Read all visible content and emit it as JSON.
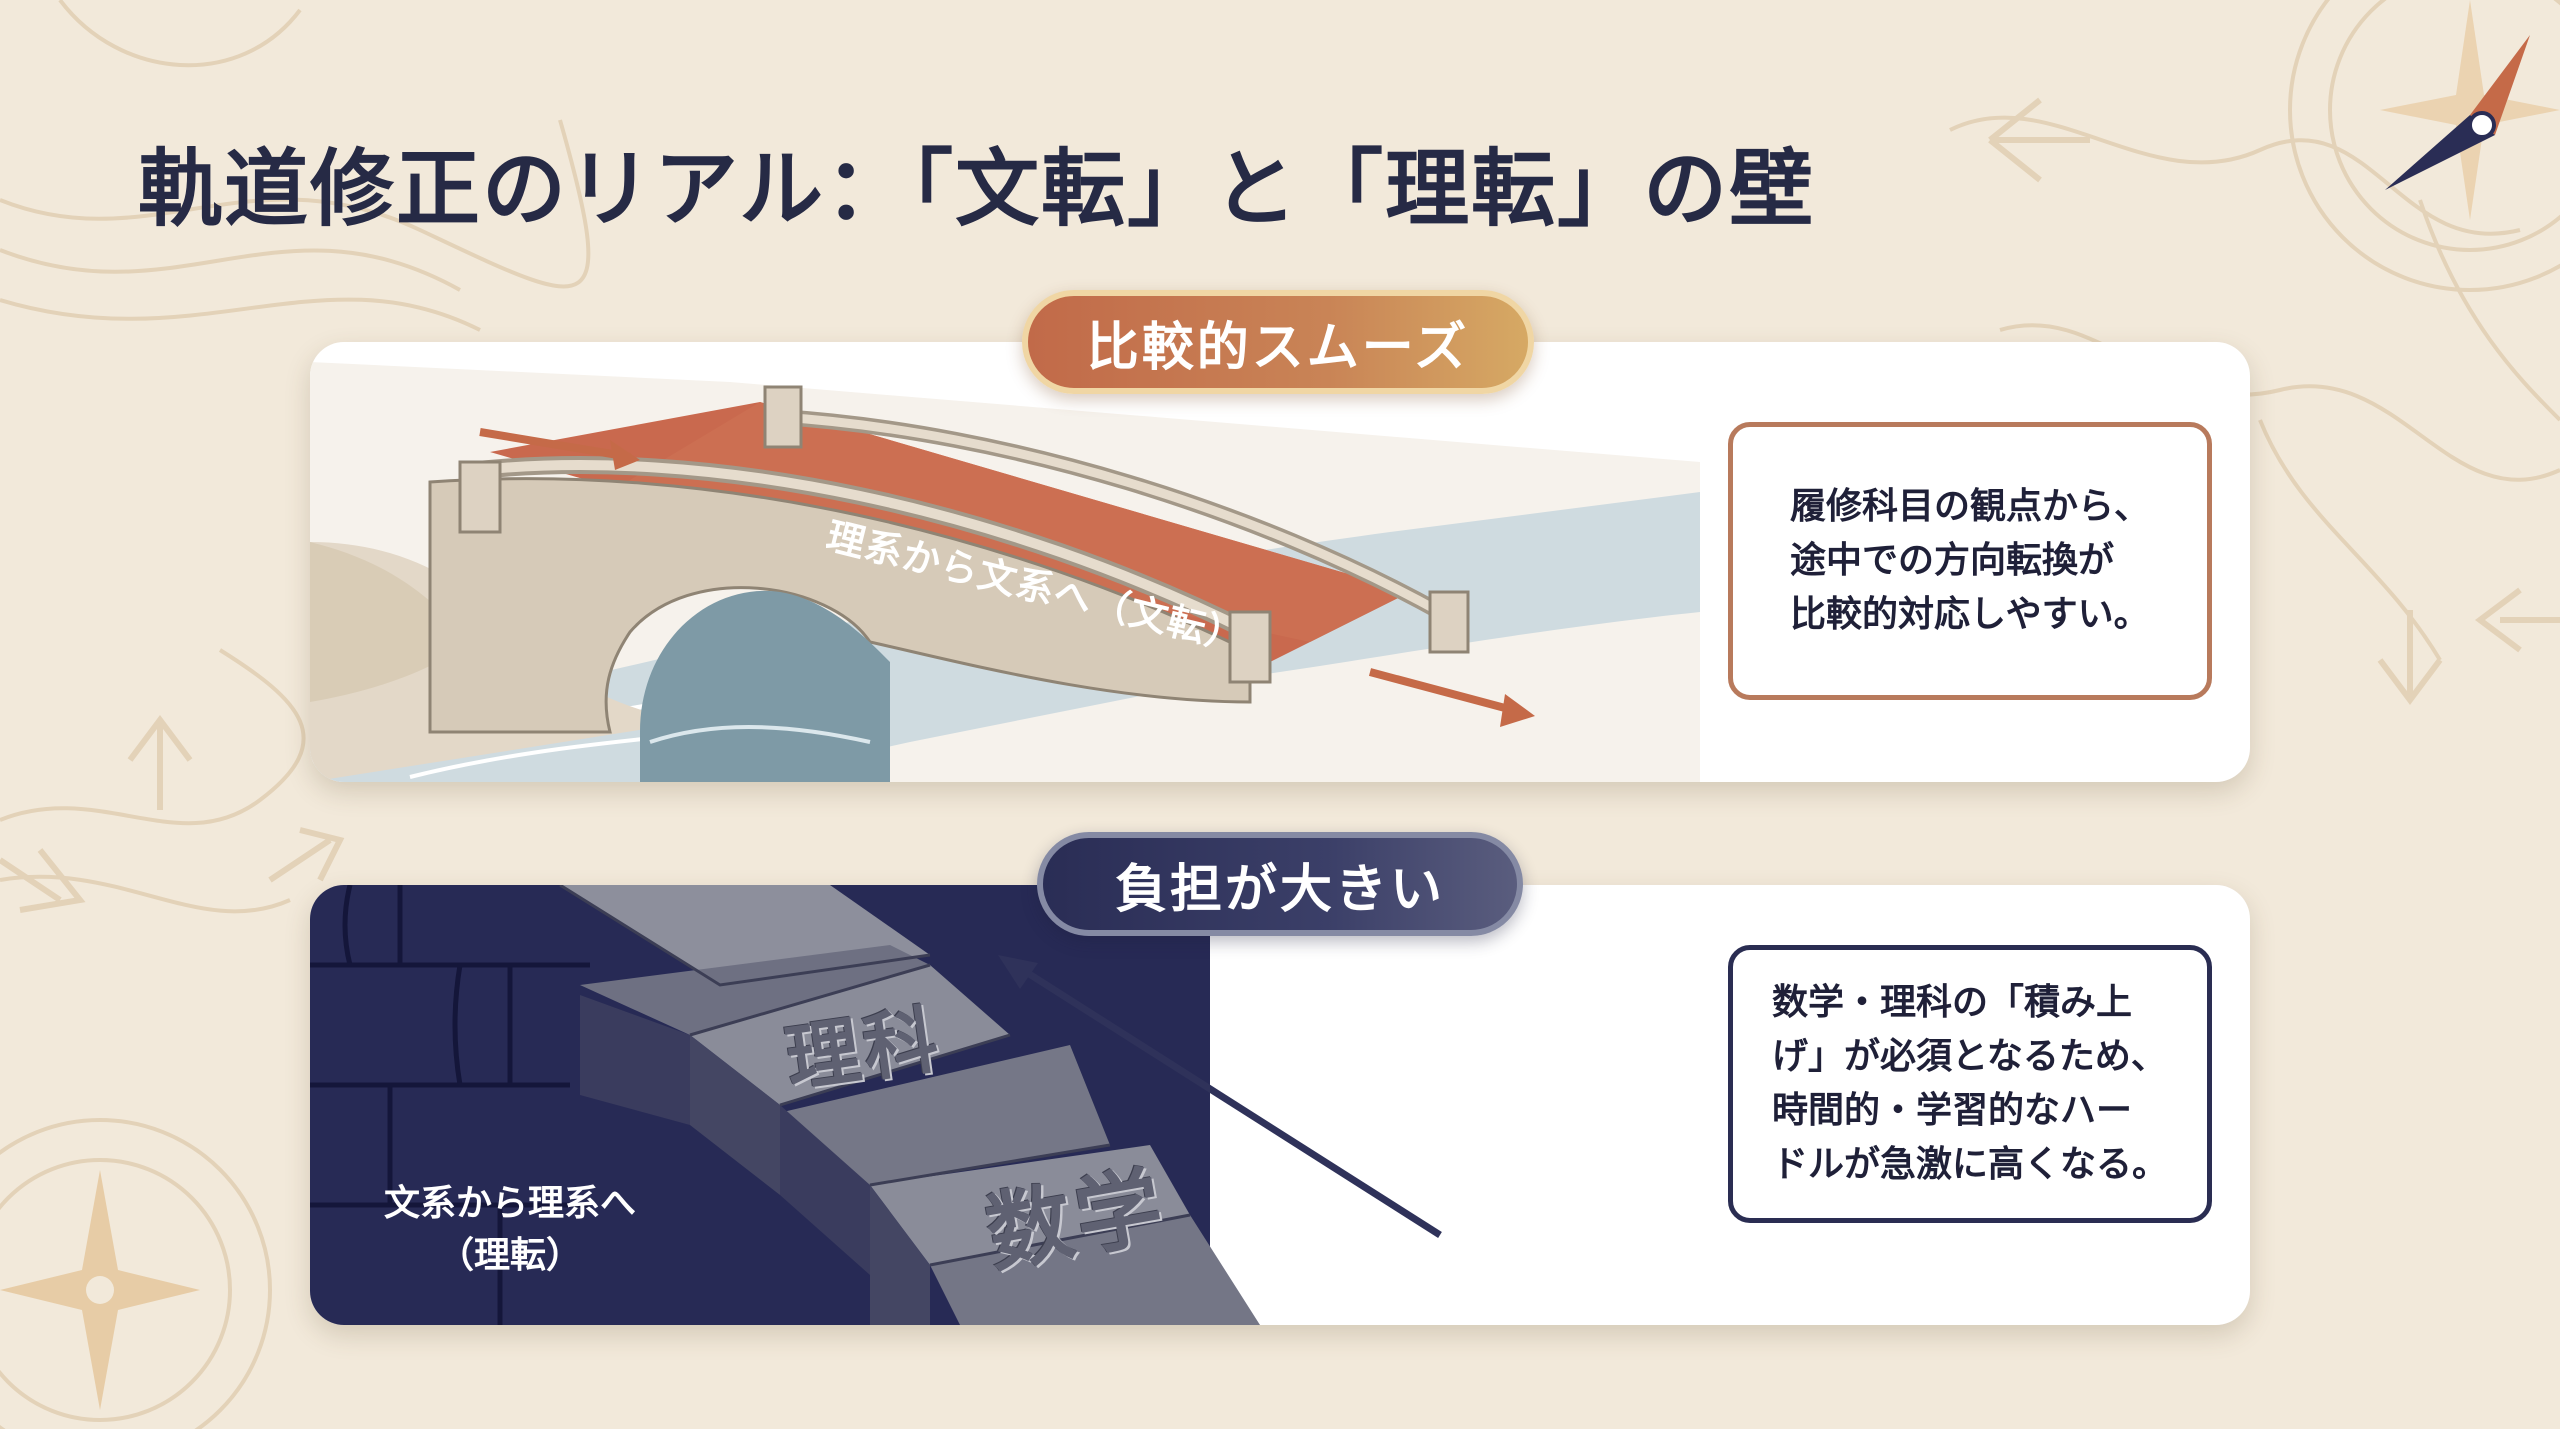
{
  "title": "軌道修正のリアル：「文転」と「理転」の壁",
  "logo": {
    "icon": "compass-icon",
    "colors": {
      "navy": "#2a2d55",
      "accent": "#c56a48"
    }
  },
  "top_section": {
    "badge": "比較的スムーズ",
    "illustration_label": "理系から文系へ（文転）",
    "note": "履修科目の観点から、\n途中での方向転換が\n比較的対応しやすい。",
    "accent": "#c16a49"
  },
  "bottom_section": {
    "badge": "負担が大きい",
    "illustration_label": "文系から理系へ\n（理転）",
    "step_labels": [
      "理科",
      "数学"
    ],
    "note": "数学・理科の「積み上\nげ」が必須となるため、\n時間的・学習的なハー\nドルが急激に高くなる。",
    "accent": "#2a2d55"
  }
}
